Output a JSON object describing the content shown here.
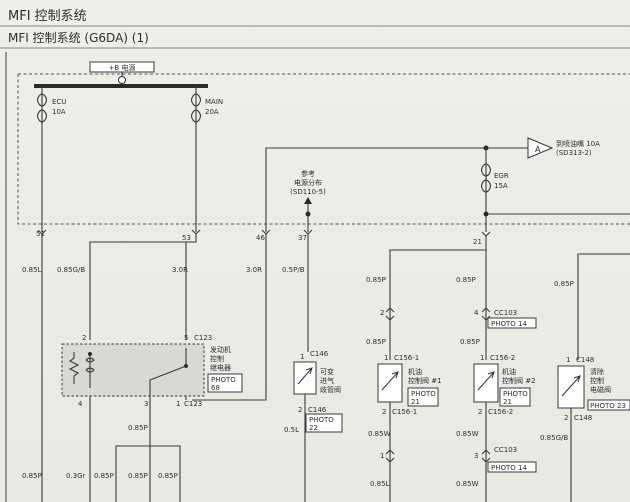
{
  "header": {
    "title": "MFI 控制系统",
    "subtitle": "MFI 控制系统 (G6DA) (1)"
  },
  "power_bus": {
    "label": "+B 电源"
  },
  "fuses": [
    {
      "name": "ECU",
      "rating": "10A"
    },
    {
      "name": "MAIN",
      "rating": "20A"
    },
    {
      "name": "EGR",
      "rating": "15A"
    }
  ],
  "injector_ref": {
    "line1": "到喷油嘴 10A",
    "line2": "(SD313-2)",
    "symbol": "A"
  },
  "power_dist_ref": {
    "line1": "参考",
    "line2": "电源分布",
    "line3": "(SD110-5)"
  },
  "pins": [
    "51",
    "53",
    "46",
    "37",
    "21"
  ],
  "wire_labels": [
    "0.85L",
    "0.85G/B",
    "3.0R",
    "3.0R",
    "0.5P/B",
    "0.85P",
    "0.85P",
    "0.85P",
    "0.85P",
    "0.85P",
    "0.85P",
    "0.5L",
    "0.85W",
    "0.85W",
    "0.85G/B",
    "0.85P",
    "0.3Gr",
    "0.85P",
    "0.85P",
    "0.85P",
    "0.85L",
    "0.85W"
  ],
  "connectors": {
    "c123": "C123",
    "c146": "C146",
    "c156_1": "C156-1",
    "c156_2": "C156-2",
    "c148": "C148",
    "cc103": "CC103"
  },
  "pin_numbers": {
    "relay_top_left": "2",
    "relay_top_right": "5",
    "relay_bottom_left": "4",
    "relay_bottom_mid": "3",
    "relay_bottom_right": "1",
    "c103_top": "2",
    "c103_top_right": "4",
    "c103_bottom_left": "1",
    "c103_bottom_right": "3",
    "sensor_top": "1",
    "sensor_bottom": "2"
  },
  "components": {
    "relay": {
      "line1": "发动机",
      "line2": "控制",
      "line3": "继电器"
    },
    "iacv": {
      "line1": "可变",
      "line2": "进气",
      "line3": "歧管阀"
    },
    "valve1": {
      "line1": "机油",
      "line2": "控制阀 #1"
    },
    "valve2": {
      "line1": "机油",
      "line2": "控制阀 #2"
    },
    "purge": {
      "line1": "清除",
      "line2": "控制",
      "line3": "电磁阀"
    }
  },
  "photos": {
    "relay": {
      "line1": "PHOTO",
      "line2": "68"
    },
    "iacv": {
      "line1": "PHOTO",
      "line2": "22"
    },
    "valve1": {
      "line1": "PHOTO",
      "line2": "21"
    },
    "valve2": {
      "line1": "PHOTO",
      "line2": "21"
    },
    "cc103_top": {
      "line1": "PHOTO 14"
    },
    "cc103_bottom": {
      "line1": "PHOTO 14"
    },
    "purge": {
      "line1": "PHOTO 23"
    }
  }
}
